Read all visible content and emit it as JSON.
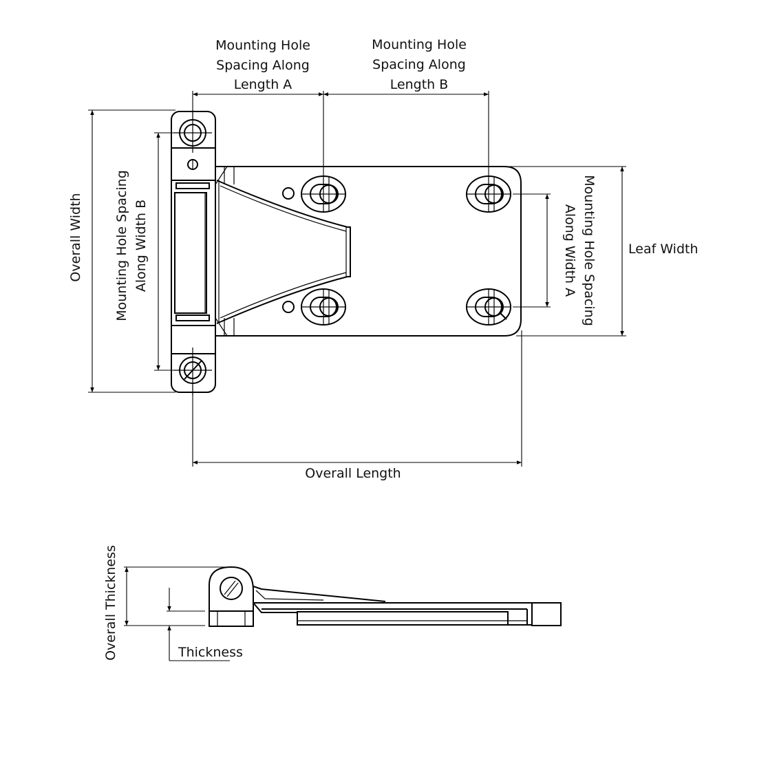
{
  "drawing": {
    "subject": "Lift-off hinge technical drawing",
    "views": [
      "top view",
      "side view"
    ],
    "stroke_color": "#000000",
    "background_color": "#ffffff"
  },
  "labels": {
    "hole_spacing_length_a": [
      "Mounting Hole",
      "Spacing Along",
      "Length A"
    ],
    "hole_spacing_length_b": [
      "Mounting Hole",
      "Spacing Along",
      "Length B"
    ],
    "overall_width": "Overall Width",
    "hole_spacing_width_b": [
      "Mounting Hole Spacing",
      "Along Width B"
    ],
    "hole_spacing_width_a": [
      "Mounting Hole Spacing",
      "Along Width A"
    ],
    "leaf_width": "Leaf Width",
    "overall_length": "Overall Length",
    "overall_thickness": "Overall Thickness",
    "thickness": "Thickness"
  }
}
